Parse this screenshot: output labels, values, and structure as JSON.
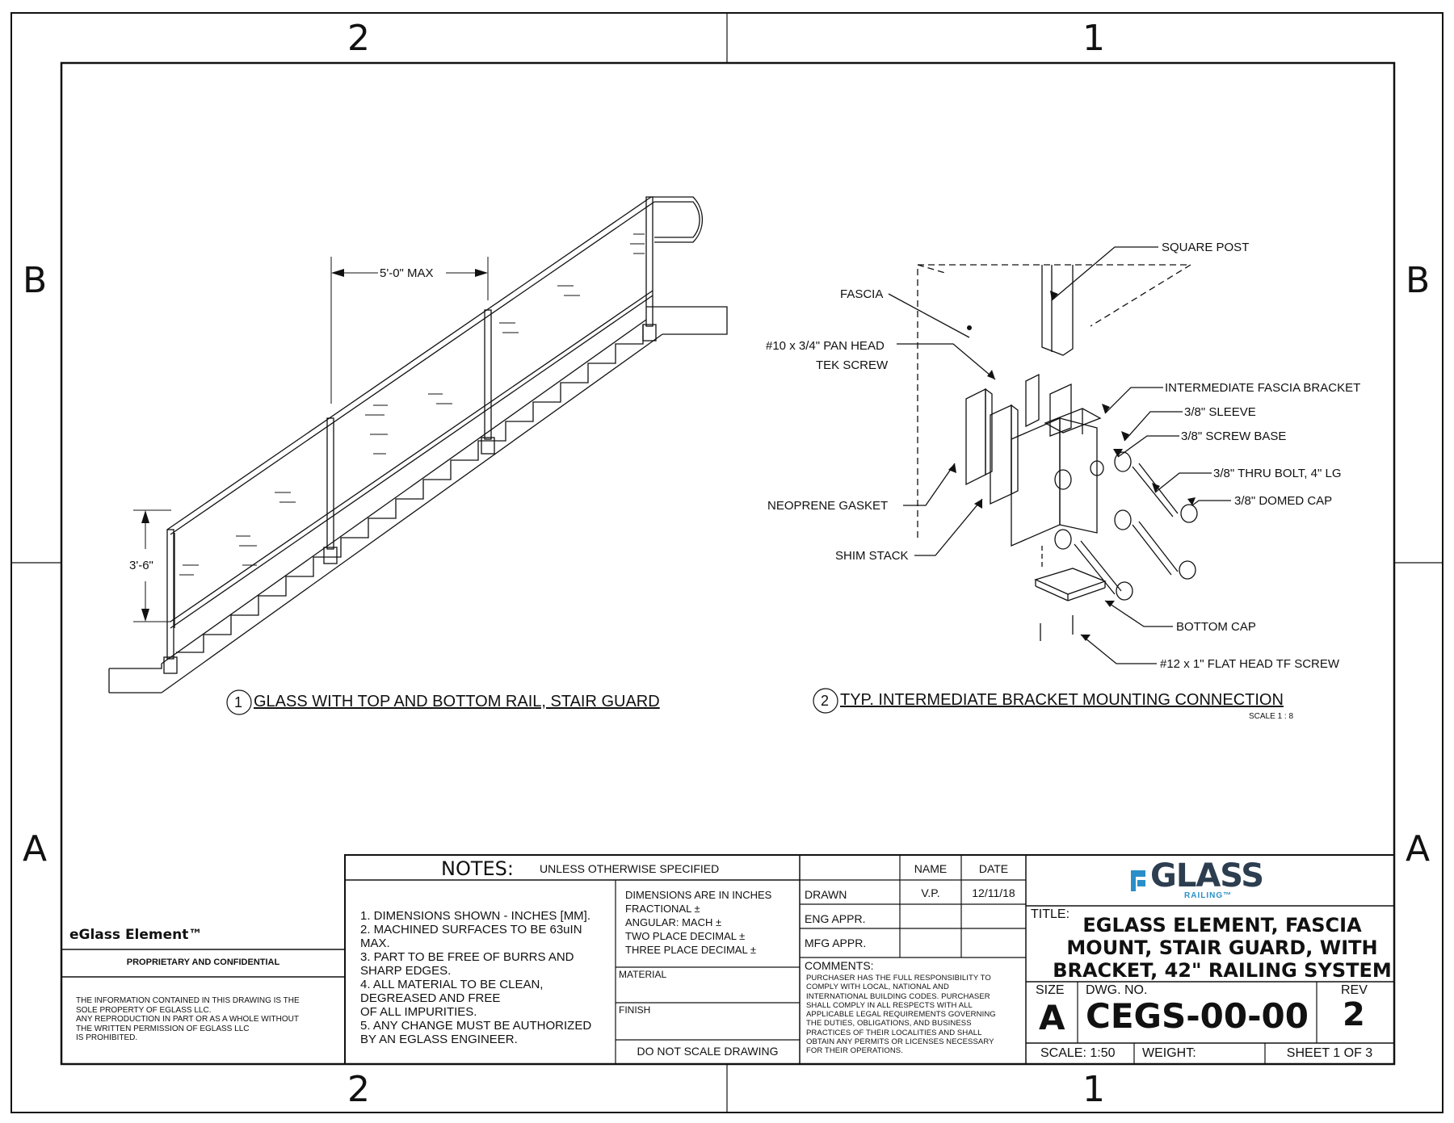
{
  "zones": {
    "top": [
      "2",
      "1"
    ],
    "bottom": [
      "2",
      "1"
    ],
    "left": [
      "B",
      "A"
    ],
    "right": [
      "B",
      "A"
    ]
  },
  "view1": {
    "number": "1",
    "title": "GLASS WITH TOP AND BOTTOM RAIL, STAIR GUARD",
    "dim_span": "5'-0\" MAX",
    "dim_height": "3'-6\""
  },
  "view2": {
    "number": "2",
    "title": "TYP. INTERMEDIATE BRACKET MOUNTING CONNECTION",
    "scale": "SCALE 1 : 8",
    "callouts": {
      "square_post": "SQUARE POST",
      "fascia": "FASCIA",
      "pan_head_1": "#10 x 3/4\" PAN HEAD",
      "pan_head_2": "TEK SCREW",
      "intermediate_bracket": "INTERMEDIATE FASCIA BRACKET",
      "sleeve": "3/8\" SLEEVE",
      "screw_base": "3/8\" SCREW BASE",
      "thru_bolt": "3/8\" THRU BOLT, 4\" LG",
      "domed_cap": "3/8\" DOMED CAP",
      "neoprene_gasket": "NEOPRENE GASKET",
      "shim_stack": "SHIM STACK",
      "bottom_cap": "BOTTOM CAP",
      "flat_head": "#12 x 1\" FLAT HEAD TF SCREW"
    }
  },
  "title_block": {
    "product": "eGlass Element™",
    "proprietary": "PROPRIETARY AND CONFIDENTIAL",
    "proprietary_text": "THE INFORMATION CONTAINED IN THIS DRAWING IS THE\nSOLE PROPERTY OF EGLASS LLC.\nANY REPRODUCTION IN PART OR AS A WHOLE WITHOUT\nTHE WRITTEN PERMISSION OF EGLASS LLC\nIS PROHIBITED.",
    "notes_label": "NOTES:",
    "notes_sub": "UNLESS OTHERWISE SPECIFIED",
    "notes": "1. DIMENSIONS SHOWN - INCHES [MM].\n2. MACHINED SURFACES TO BE 63uIN\nMAX.\n3. PART TO BE FREE OF BURRS AND\nSHARP EDGES.\n4. ALL MATERIAL TO BE CLEAN,\nDEGREASED AND FREE\nOF ALL IMPURITIES.\n5. ANY CHANGE MUST BE AUTHORIZED\nBY AN EGLASS ENGINEER.",
    "dimensions": "DIMENSIONS ARE IN INCHES\nFRACTIONAL          ±\nANGULAR: MACH       ±\nTWO PLACE DECIMAL   ±\nTHREE PLACE DECIMAL  ±",
    "material": "MATERIAL",
    "finish": "FINISH",
    "do_not_scale": "DO NOT SCALE DRAWING",
    "name_header": "NAME",
    "date_header": "DATE",
    "drawn_label": "DRAWN",
    "drawn_name": "V.P.",
    "drawn_date": "12/11/18",
    "eng_appr": "ENG APPR.",
    "mfg_appr": "MFG APPR.",
    "comments_label": "COMMENTS:",
    "comments": "PURCHASER HAS THE FULL RESPONSIBILITY TO\nCOMPLY WITH LOCAL, NATIONAL AND\nINTERNATIONAL BUILDING CODES. PURCHASER\nSHALL COMPLY IN ALL RESPECTS WITH ALL\nAPPLICABLE LEGAL REQUIREMENTS GOVERNING\nTHE DUTIES, OBLIGATIONS, AND BUSINESS\nPRACTICES OF THEIR LOCALITIES AND SHALL\nOBTAIN ANY PERMITS OR LICENSES NECESSARY\nFOR THEIR OPERATIONS.",
    "logo_main": "GLASS",
    "logo_sub": "RAILING™",
    "title_label": "TITLE:",
    "title": "EGLASS ELEMENT, FASCIA\nMOUNT, STAIR GUARD, WITH\nBRACKET,  42\" RAILING SYSTEM",
    "size_label": "SIZE",
    "size": "A",
    "dwg_label": "DWG.  NO.",
    "dwg_no": "CEGS-00-00",
    "rev_label": "REV",
    "rev": "2",
    "scale": "SCALE: 1:50",
    "weight": "WEIGHT:",
    "sheet": "SHEET 1 OF 3"
  },
  "colors": {
    "ink": "#111111",
    "logo_blue": "#2a8fc8",
    "logo_text": "#2c3e50"
  }
}
